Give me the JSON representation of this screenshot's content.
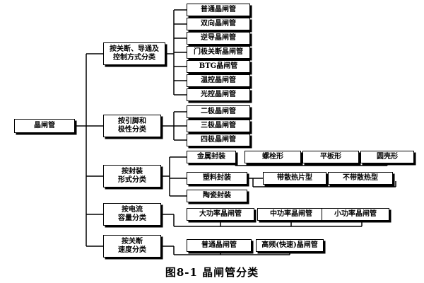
{
  "root": "晶闸管",
  "caption": "图8-1  晶闸管分类",
  "branches": [
    {
      "label": "按关断、导通及\n控制方式分类",
      "leaves": [
        "普通晶闸管",
        "双向晶闸管",
        "逆导晶闸管",
        "门极关断晶闸管",
        "BTG晶闸管",
        "温控晶闸管",
        "光控晶闸管"
      ]
    },
    {
      "label": "按引脚和\n极性分类",
      "leaves": [
        "二极晶闸管",
        "三极晶闸管",
        "四极晶闸管"
      ]
    },
    {
      "label": "按封装\n形式分类",
      "leaves": [
        "金属封装",
        "螺栓形",
        "平板形",
        "圆壳形",
        "塑料封装",
        "带散热片型",
        "不带散热型",
        "陶瓷封装"
      ]
    },
    {
      "label": "按电流\n容量分类",
      "leaves": [
        "大功率晶闸管",
        "中功率晶闸管",
        "小功率晶闸管"
      ]
    },
    {
      "label": "按关断\n速度分类",
      "leaves": [
        "普通晶闸管",
        "高频(快速)晶闸管"
      ]
    }
  ]
}
